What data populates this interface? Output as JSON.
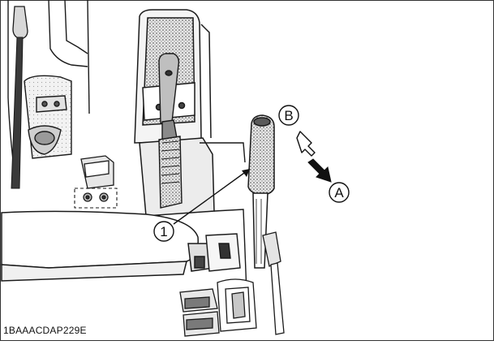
{
  "figure": {
    "code": "1BAAACDAP229E",
    "callouts": {
      "part_1": "1",
      "direction_a": "A",
      "direction_b": "B"
    }
  },
  "colors": {
    "line": "#1a1a1a",
    "dark_fill": "#5a5a5a",
    "mid_fill": "#9a9a9a",
    "light_fill": "#d4d4d4",
    "stipple": "#8a8a8a",
    "background": "#ffffff"
  }
}
